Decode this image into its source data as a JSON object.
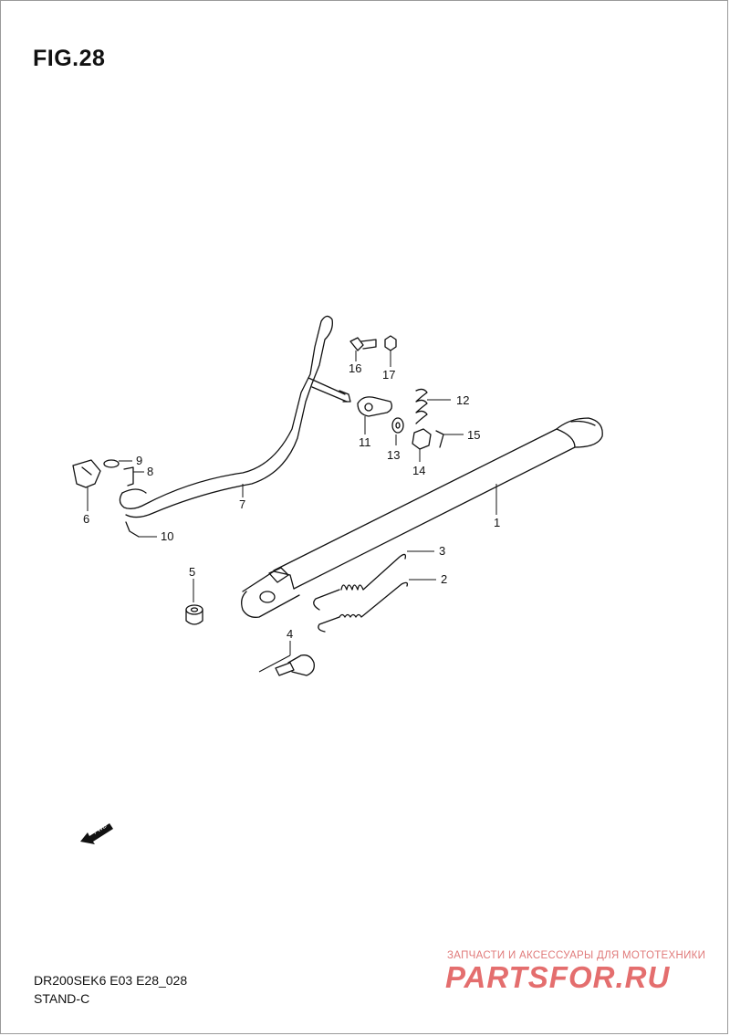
{
  "figure": {
    "title": "FIG.28"
  },
  "parts": [
    {
      "ref": "1"
    },
    {
      "ref": "2"
    },
    {
      "ref": "3"
    },
    {
      "ref": "4"
    },
    {
      "ref": "5"
    },
    {
      "ref": "6"
    },
    {
      "ref": "7"
    },
    {
      "ref": "8"
    },
    {
      "ref": "9"
    },
    {
      "ref": "10"
    },
    {
      "ref": "11"
    },
    {
      "ref": "12"
    },
    {
      "ref": "13"
    },
    {
      "ref": "14"
    },
    {
      "ref": "15"
    },
    {
      "ref": "16"
    },
    {
      "ref": "17"
    }
  ],
  "fwd_label": "FWD",
  "footer": {
    "model_code": "DR200SEK6 E03 E28_028",
    "section_name": "STAND-C"
  },
  "watermark": {
    "tagline": "ЗАПЧАСТИ И АКСЕССУАРЫ ДЛЯ МОТОТЕХНИКИ",
    "logo": "PARTSFOR.RU",
    "color": "#e05555"
  }
}
